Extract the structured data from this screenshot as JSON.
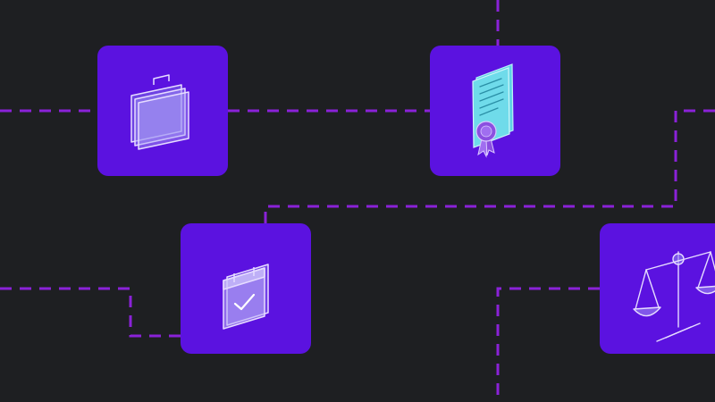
{
  "colors": {
    "background": "#1e1f22",
    "tile": "#5b12e0",
    "connector": "#8a22d8",
    "icon_stroke": "#e6dcff",
    "icon_fill": "#8f7ef0",
    "certificate_paper": "#5fd3e6",
    "seal": "#8b4fe0"
  },
  "tiles": [
    {
      "id": "briefcase",
      "icon": "briefcase-icon"
    },
    {
      "id": "certificate",
      "icon": "certificate-icon"
    },
    {
      "id": "calendar",
      "icon": "calendar-check-icon"
    },
    {
      "id": "scales",
      "icon": "scales-of-justice-icon"
    }
  ]
}
